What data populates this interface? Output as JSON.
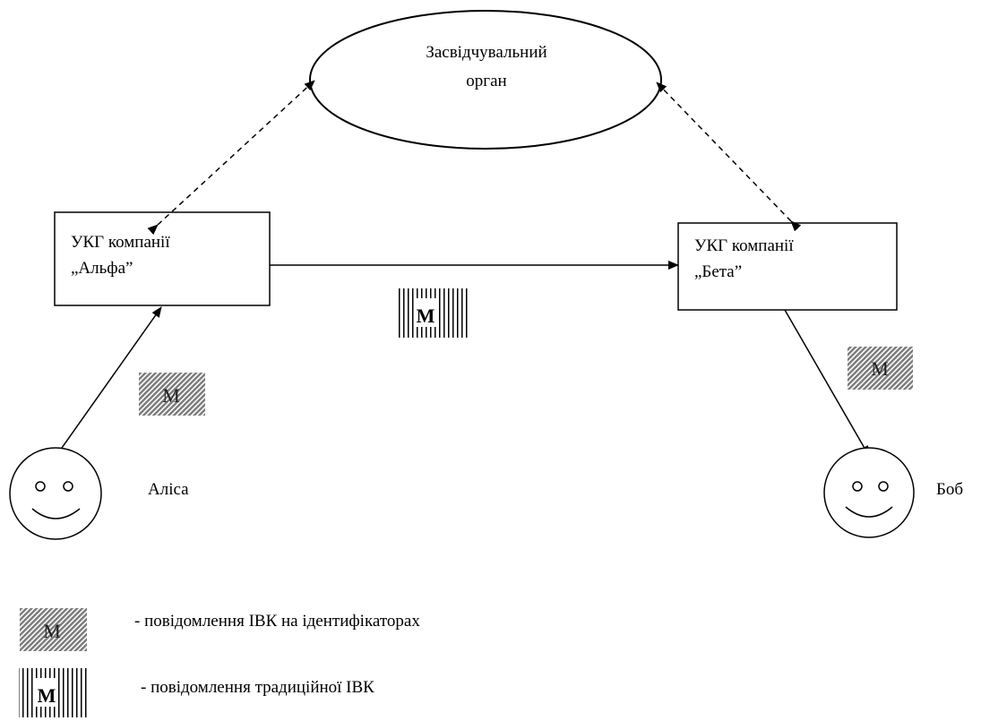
{
  "nodes": {
    "authority": {
      "line1": "Засвідчувальний",
      "line2": "орган"
    },
    "kgc_alpha": {
      "line1": "УКГ компанії",
      "line2": "„Альфа”"
    },
    "kgc_beta": {
      "line1": "УКГ компанії",
      "line2": "„Бета”"
    },
    "alice": {
      "label": "Аліса"
    },
    "bob": {
      "label": "Боб"
    }
  },
  "message_badges": {
    "identity_based": "М",
    "traditional": "М"
  },
  "legend": {
    "identity_based_text": "- повідомлення ІВК на ідентифікаторах",
    "traditional_text": "- повідомлення традиційної ІВК",
    "identity_based_badge": "М",
    "traditional_badge": "М"
  }
}
